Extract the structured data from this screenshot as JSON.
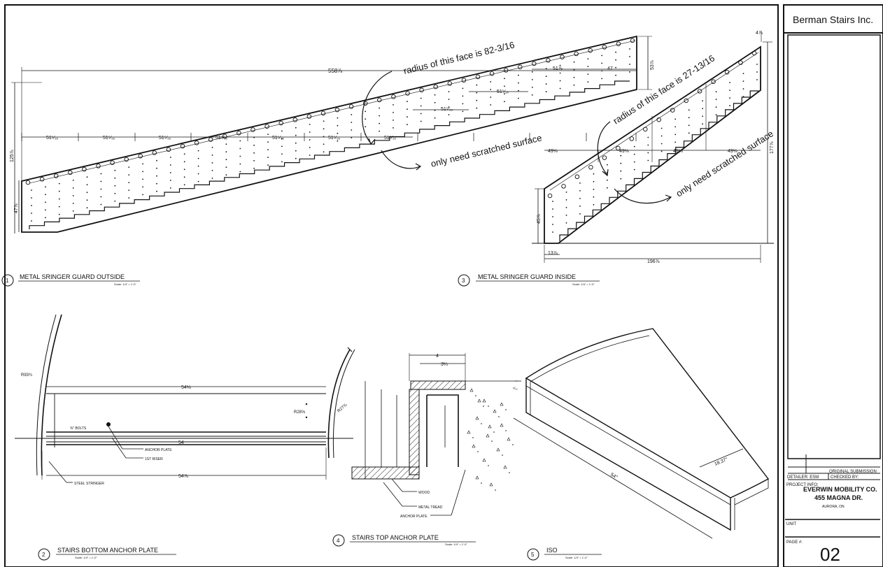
{
  "title_block": {
    "company": "Berman Stairs Inc.",
    "original_submission": "ORIGINAL SUBMISSION",
    "detailer": "DETAILER: ESM",
    "checked_by": "CHECKED BY:",
    "project_info_label": "PROJECT INFO:",
    "project_name": "EVERWIN MOBILITY CO.",
    "project_address": "455 MAGNA DR.",
    "project_city": "AURORA, ON",
    "unit_label": "UNIT",
    "page_label": "PAGE #:",
    "page_number": "02"
  },
  "views": [
    {
      "num": "1",
      "title": "METAL SRINGER GUARD OUTSIDE",
      "scale": "Scale: 1/4\" = 1'-0\""
    },
    {
      "num": "3",
      "title": "METAL SRINGER GUARD INSIDE",
      "scale": "Scale: 1/4\" = 1'-0\""
    },
    {
      "num": "2",
      "title": "STAIRS BOTTOM ANCHOR PLATE",
      "scale": "Scale: 1/4\" = 1'-0\""
    },
    {
      "num": "4",
      "title": "STAIRS TOP ANCHOR PLATE",
      "scale": "Scale: 1/4\" = 1'-0\""
    },
    {
      "num": "5",
      "title": "ISO",
      "scale": "Scale: 1/4\" = 1'-0\""
    }
  ],
  "view1": {
    "overall": "558⅞",
    "seg": "51⁵⁄₁₆",
    "right_a": "51⅞",
    "right_b": "47",
    "top_right": "53⅞",
    "left_h": "125⅞",
    "left_low": "47⅞",
    "note_radius": "radius of this face is 82-3/16",
    "note_scratch": "only need scratched surface"
  },
  "view3": {
    "top": "4⅞",
    "seg": "49⅛",
    "right_h": "177⅞",
    "left_h": "45⅞",
    "bottom_left": "13⅞",
    "overall": "196⅞",
    "note_radius": "radius of this face is 27-13/16",
    "note_scratch": "only need scratched surface"
  },
  "view2": {
    "r_left": "R93¾",
    "top_dim": "54⅛",
    "mid_dim": "54",
    "bottom_dim": "54⅞",
    "r_small": "R28⅝",
    "r_right": "R27¾",
    "bolts": "⅜\" BOLTS",
    "anchor_plate": "ANCHOR PLATE",
    "first_riser": "1ST RISER",
    "steel_stringer": "STEEL STRINGER"
  },
  "view4": {
    "top_dim": "4",
    "sub_dim": "3¼",
    "wood": "WOOD",
    "metal_tread": "METAL TREAD",
    "anchor_plate": "ANCHOR PLATE"
  },
  "view5": {
    "thickness": "⁵⁄₁₆",
    "length": "54\"",
    "width": "18.37\""
  }
}
